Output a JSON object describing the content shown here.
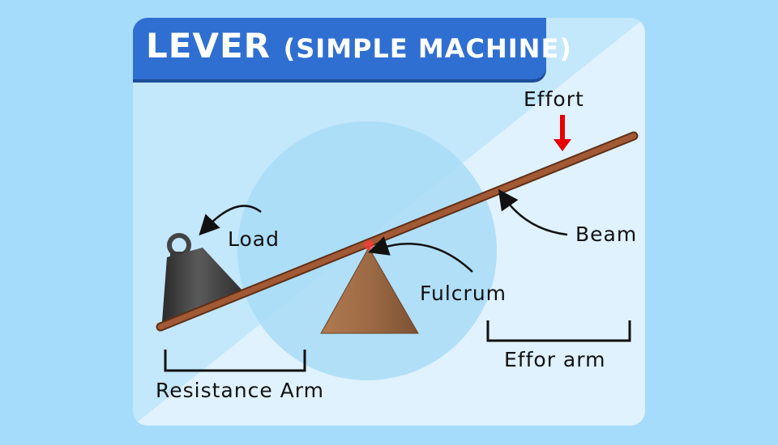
{
  "title": {
    "main": "LEVER",
    "sub": "(SIMPLE MACHINE)"
  },
  "labels": {
    "effort": "Effort",
    "beam": "Beam",
    "load": "Load",
    "fulcrum": "Fulcrum",
    "resistance_arm": "Resistance Arm",
    "effort_arm": "Effor arm"
  },
  "colors": {
    "page_background": "#a6dcfb",
    "card_background": "#c3e7fb",
    "circle": "#a9dcf7",
    "title_banner": "#2f6fd1",
    "beam": "#8b4a2a",
    "fulcrum": "#9c6a45",
    "weight": "#3a3a3a",
    "effort_arrow": "#e60000"
  }
}
